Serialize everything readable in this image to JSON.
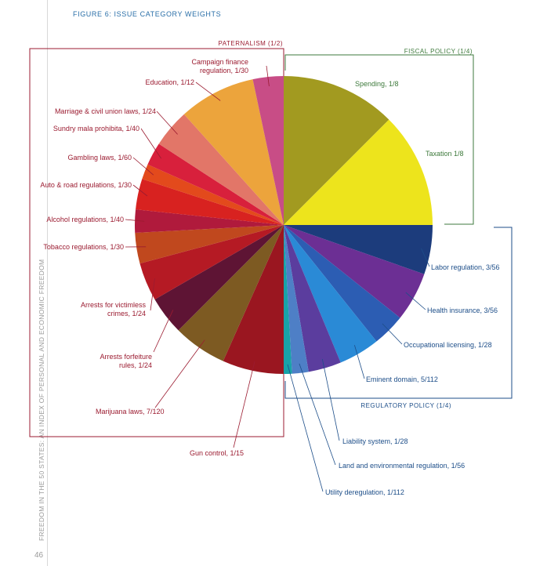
{
  "figure_title": "FIGURE 6: ISSUE CATEGORY WEIGHTS",
  "side_text": "FREEDOM IN THE 50 STATES: AN INDEX OF PERSONAL AND ECONOMIC FREEDOM",
  "page_number": "46",
  "colors": {
    "paternalism": "#9b1b30",
    "fiscal": "#3e7a3c",
    "regulatory": "#1d4e89"
  },
  "chart_data": {
    "type": "pie",
    "title": "FIGURE 6: ISSUE CATEGORY WEIGHTS",
    "groups": [
      {
        "name": "PATERNALISM (1/2)",
        "value": 0.5
      },
      {
        "name": "FISCAL POLICY (1/4)",
        "value": 0.25
      },
      {
        "name": "REGULATORY POLICY (1/4)",
        "value": 0.25
      }
    ],
    "slices": [
      {
        "label": "Spending, 1/8",
        "value": 0.125,
        "color": "#a29a20",
        "group": "fiscal"
      },
      {
        "label": "Taxation 1/8",
        "value": 0.125,
        "color": "#ede41c",
        "group": "fiscal"
      },
      {
        "label": "Labor regulation, 3/56",
        "value": 0.053571,
        "color": "#1c3c7c",
        "group": "regulatory"
      },
      {
        "label": "Health insurance, 3/56",
        "value": 0.053571,
        "color": "#6c2f94",
        "group": "regulatory"
      },
      {
        "label": "Occupational licensing, 1/28",
        "value": 0.035714,
        "color": "#2c5db3",
        "group": "regulatory"
      },
      {
        "label": "Eminent domain, 5/112",
        "value": 0.044643,
        "color": "#2a8ad6",
        "group": "regulatory"
      },
      {
        "label": "Liability system, 1/28",
        "value": 0.035714,
        "color": "#5b3d9e",
        "group": "regulatory"
      },
      {
        "label": "Land and environmental regulation, 1/56",
        "value": 0.017857,
        "color": "#4e7fc6",
        "group": "regulatory"
      },
      {
        "label": "Utility deregulation, 1/112",
        "value": 0.008929,
        "color": "#18a3a8",
        "group": "regulatory"
      },
      {
        "label": "Gun control, 1/15",
        "value": 0.066667,
        "color": "#9a1620",
        "group": "paternalism"
      },
      {
        "label": "Marijuana laws, 7/120",
        "value": 0.058333,
        "color": "#7d5a22",
        "group": "paternalism"
      },
      {
        "label": "Arrests forfeiture rules, 1/24",
        "value": 0.041667,
        "color": "#5e1434",
        "group": "paternalism"
      },
      {
        "label": "Arrests for victimless crimes, 1/24",
        "value": 0.041667,
        "color": "#b51a24",
        "group": "paternalism"
      },
      {
        "label": "Tobacco regulations, 1/30",
        "value": 0.033333,
        "color": "#c0481e",
        "group": "paternalism"
      },
      {
        "label": "Alcohol regulations, 1/40",
        "value": 0.025,
        "color": "#b01a3c",
        "group": "paternalism"
      },
      {
        "label": "Auto & road regulations, 1/30",
        "value": 0.033333,
        "color": "#d82220",
        "group": "paternalism"
      },
      {
        "label": "Gambling laws, 1/60",
        "value": 0.016667,
        "color": "#e34a1c",
        "group": "paternalism"
      },
      {
        "label": "Sundry mala prohibita, 1/40",
        "value": 0.025,
        "color": "#d8203c",
        "group": "paternalism"
      },
      {
        "label": "Marriage & civil union laws, 1/24",
        "value": 0.041667,
        "color": "#e27668",
        "group": "paternalism"
      },
      {
        "label": "Education, 1/12",
        "value": 0.083333,
        "color": "#eca43c",
        "group": "paternalism"
      },
      {
        "label": "Campaign finance regulation, 1/30",
        "value": 0.033333,
        "color": "#c84d86",
        "group": "paternalism"
      }
    ]
  }
}
